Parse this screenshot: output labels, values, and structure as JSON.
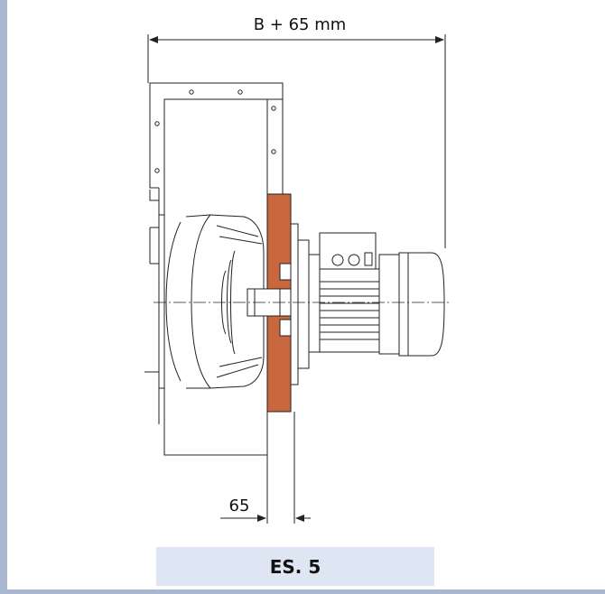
{
  "dimensions": {
    "overall_width_label": "B + 65 mm",
    "offset_label": "65"
  },
  "caption": {
    "label": "ES. 5"
  },
  "colors": {
    "accent_plate": "#c9673f",
    "line": "#222222",
    "caption_bg": "#dfe6f3",
    "frame_rule": "#a9b6cf"
  }
}
